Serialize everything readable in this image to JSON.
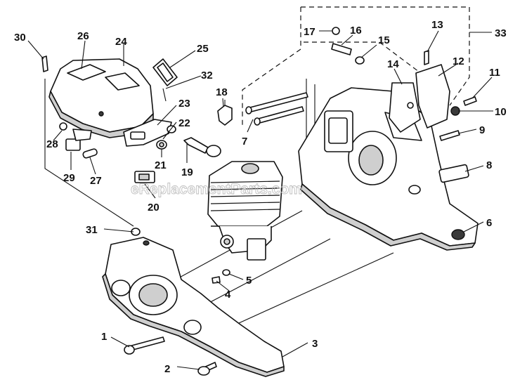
{
  "watermark": "eReplacementParts.com",
  "callouts": [
    {
      "id": "1",
      "label": "1"
    },
    {
      "id": "2",
      "label": "2"
    },
    {
      "id": "3",
      "label": "3"
    },
    {
      "id": "4",
      "label": "4"
    },
    {
      "id": "5",
      "label": "5"
    },
    {
      "id": "6",
      "label": "6"
    },
    {
      "id": "7",
      "label": "7"
    },
    {
      "id": "8",
      "label": "8"
    },
    {
      "id": "9",
      "label": "9"
    },
    {
      "id": "10",
      "label": "10"
    },
    {
      "id": "11",
      "label": "11"
    },
    {
      "id": "12",
      "label": "12"
    },
    {
      "id": "13",
      "label": "13"
    },
    {
      "id": "14",
      "label": "14"
    },
    {
      "id": "15",
      "label": "15"
    },
    {
      "id": "16",
      "label": "16"
    },
    {
      "id": "17",
      "label": "17"
    },
    {
      "id": "18",
      "label": "18"
    },
    {
      "id": "19",
      "label": "19"
    },
    {
      "id": "20",
      "label": "20"
    },
    {
      "id": "21",
      "label": "21"
    },
    {
      "id": "22",
      "label": "22"
    },
    {
      "id": "23",
      "label": "23"
    },
    {
      "id": "24",
      "label": "24"
    },
    {
      "id": "25",
      "label": "25"
    },
    {
      "id": "26",
      "label": "26"
    },
    {
      "id": "27",
      "label": "27"
    },
    {
      "id": "28",
      "label": "28"
    },
    {
      "id": "29",
      "label": "29"
    },
    {
      "id": "30",
      "label": "30"
    },
    {
      "id": "31",
      "label": "31"
    },
    {
      "id": "32",
      "label": "32"
    },
    {
      "id": "33",
      "label": "33"
    }
  ]
}
